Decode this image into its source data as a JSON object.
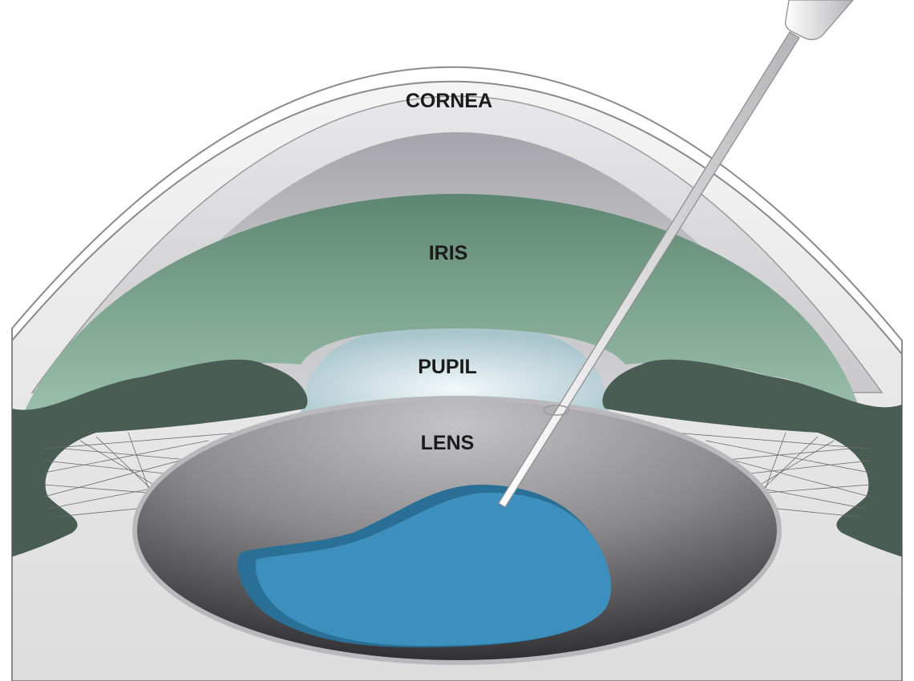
{
  "title": "Cataract surgery eye cross-section",
  "labels": {
    "cornea": "CORNEA",
    "iris": "IRIS",
    "pupil": "PUPIL",
    "lens": "LENS"
  },
  "colors": {
    "iris": "#6f9a82",
    "ciliary": "#4a5d55",
    "lens_fluid": "#3d90bd",
    "pupil": "#d4e6ea"
  }
}
